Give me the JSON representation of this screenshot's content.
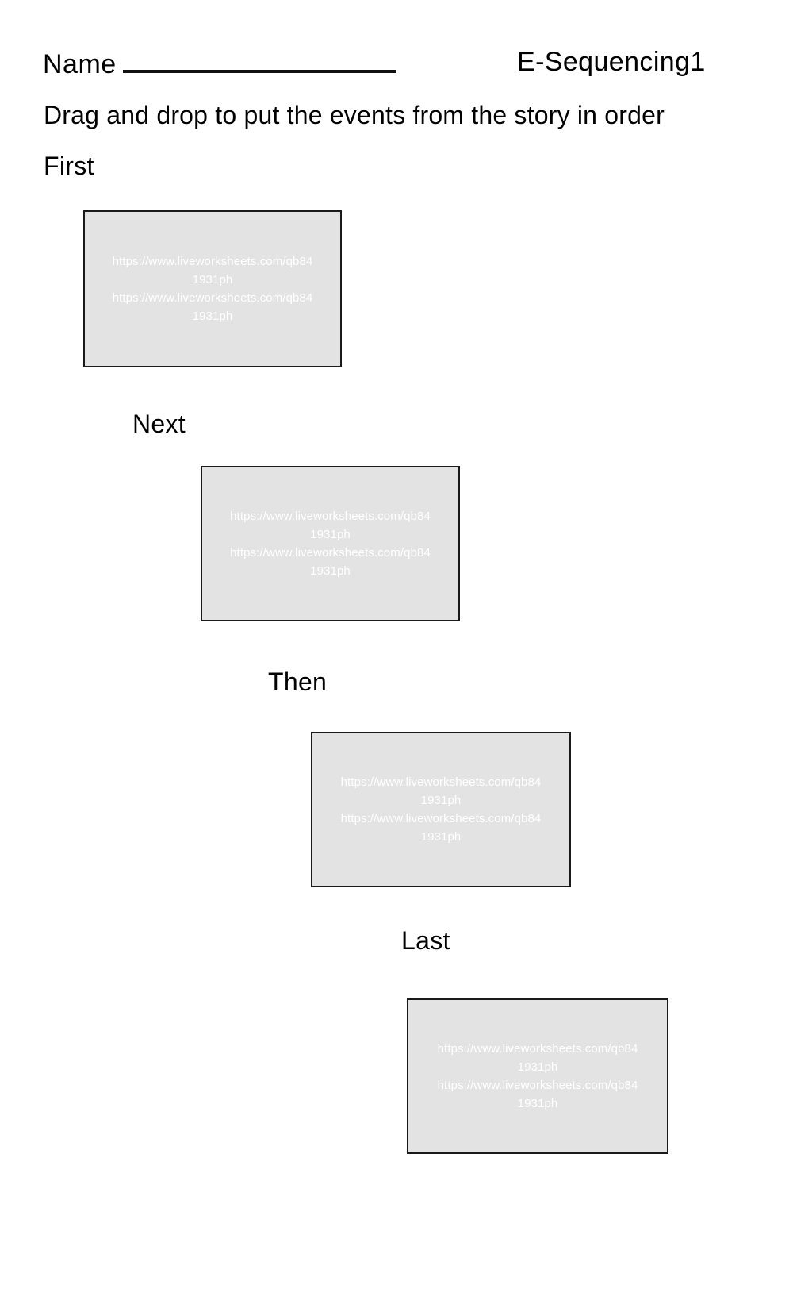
{
  "page": {
    "background_color": "#ffffff",
    "text_color": "#000000"
  },
  "header": {
    "name_label": "Name",
    "name_blank_value": "",
    "worksheet_title": "E-Sequencing1"
  },
  "instruction": {
    "text": "Drag and drop to put the events from the story in order"
  },
  "steps": [
    {
      "label": "First",
      "box": {
        "name": "drop-zone-first",
        "fill_color": "#e3e3e3",
        "border_color": "#1a1a1a",
        "watermark": [
          "https://www.liveworksheets.com/qb84",
          "1931ph",
          "https://www.liveworksheets.com/qb84",
          "1931ph"
        ]
      }
    },
    {
      "label": "Next",
      "box": {
        "name": "drop-zone-next",
        "fill_color": "#e3e3e3",
        "border_color": "#1a1a1a",
        "watermark": [
          "https://www.liveworksheets.com/qb84",
          "1931ph",
          "https://www.liveworksheets.com/qb84",
          "1931ph"
        ]
      }
    },
    {
      "label": "Then",
      "box": {
        "name": "drop-zone-then",
        "fill_color": "#e3e3e3",
        "border_color": "#1a1a1a",
        "watermark": [
          "https://www.liveworksheets.com/qb84",
          "1931ph",
          "https://www.liveworksheets.com/qb84",
          "1931ph"
        ]
      }
    },
    {
      "label": "Last",
      "box": {
        "name": "drop-zone-last",
        "fill_color": "#e3e3e3",
        "border_color": "#1a1a1a",
        "watermark": [
          "https://www.liveworksheets.com/qb84",
          "1931ph",
          "https://www.liveworksheets.com/qb84",
          "1931ph"
        ]
      }
    }
  ]
}
